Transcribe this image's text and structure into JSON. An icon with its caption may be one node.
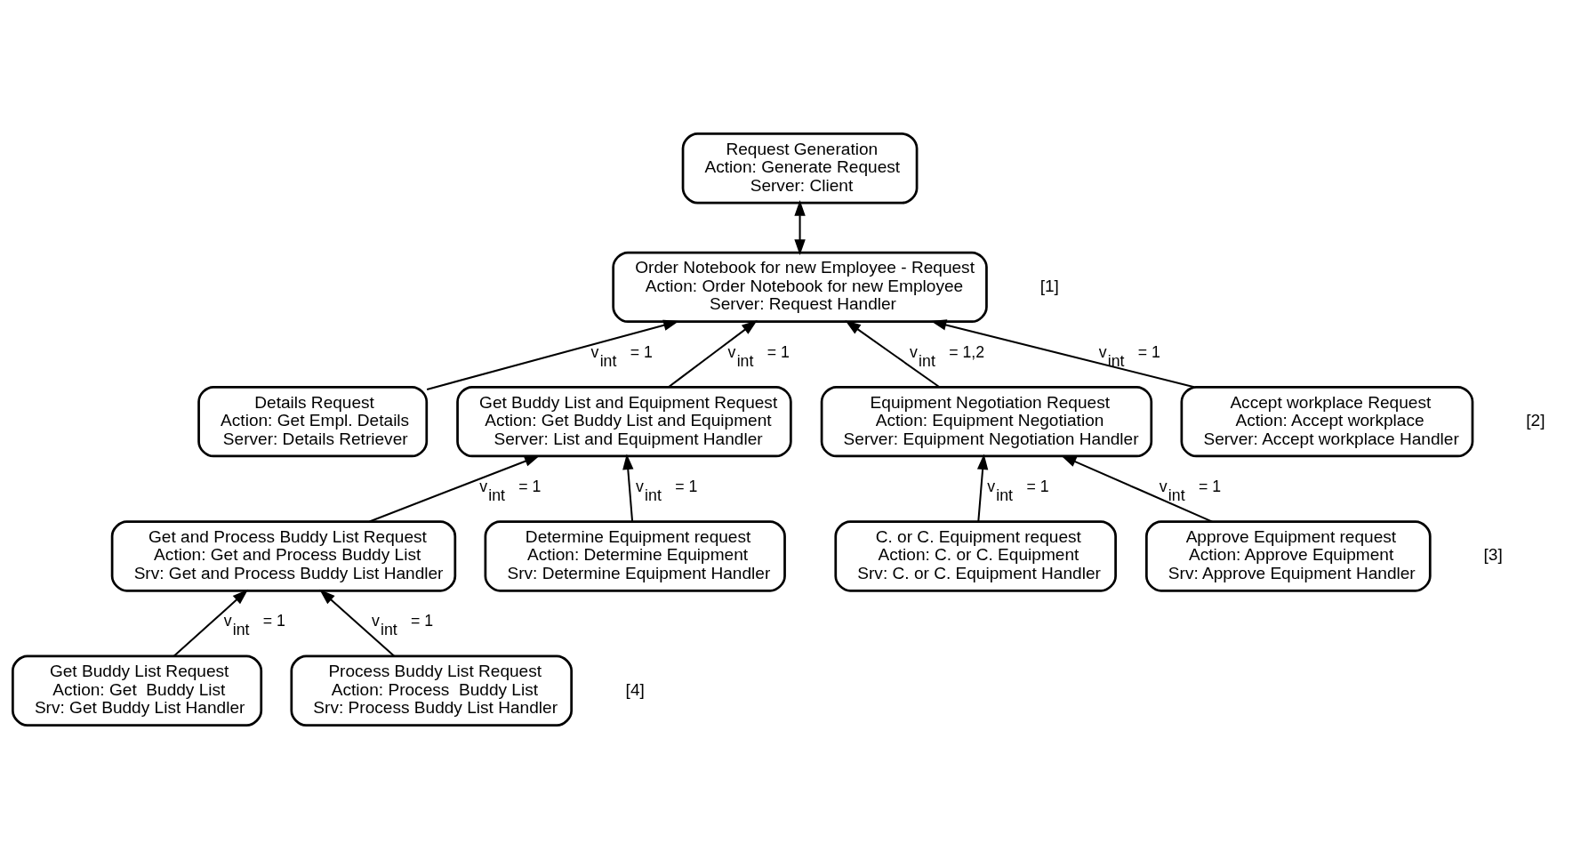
{
  "diagram": {
    "nodes": [
      {
        "text": [
          "Request Generation",
          "Action: Generate Request",
          "Server: Client"
        ]
      },
      {
        "text": [
          "Order Notebook for new Employee - Request",
          "Action: Order Notebook for new Employee",
          "Server: Request Handler"
        ]
      },
      {
        "text": [
          "Details Request",
          "Action: Get Empl. Details",
          "Server: Details Retriever"
        ]
      },
      {
        "text": [
          "Get Buddy List and Equipment Request",
          "Action: Get Buddy List and Equipment",
          "Server: List and Equipment Handler"
        ]
      },
      {
        "text": [
          "Equipment Negotiation Request",
          "Action: Equipment Negotiation",
          "Server: Equipment Negotiation Handler"
        ]
      },
      {
        "text": [
          "Accept workplace Request",
          "Action: Accept workplace",
          "Server: Accept workplace Handler"
        ]
      },
      {
        "text": [
          "Get and Process Buddy List Request",
          "Action: Get and Process Buddy List",
          "Srv: Get and Process Buddy List Handler"
        ]
      },
      {
        "text": [
          "Determine Equipment request",
          "Action: Determine Equipment",
          "Srv: Determine Equipment Handler"
        ]
      },
      {
        "text": [
          "C. or C. Equipment request",
          "Action: C. or C. Equipment",
          "Srv: C. or C. Equipment Handler"
        ]
      },
      {
        "text": [
          "Approve Equipment request",
          "Action: Approve Equipment",
          "Srv: Approve Equipment Handler"
        ]
      },
      {
        "text": [
          "Get Buddy List Request",
          "Action: Get  Buddy List",
          "Srv: Get Buddy List Handler"
        ]
      },
      {
        "text": [
          "Process Buddy List Request",
          "Action: Process  Buddy List",
          "Srv: Process Buddy List Handler"
        ]
      }
    ],
    "edges": [
      {
        "from": 1,
        "to": 0,
        "arrow": "both"
      },
      {
        "from": 2,
        "to": 1,
        "arrow": "to",
        "label": "v$_{int}$ = 1"
      },
      {
        "from": 3,
        "to": 1,
        "arrow": "to",
        "label": "v$_{int}$ = 1"
      },
      {
        "from": 4,
        "to": 1,
        "arrow": "to",
        "label": "v$_{int}$ = 1,2"
      },
      {
        "from": 5,
        "to": 1,
        "arrow": "to",
        "label": "v$_{int}$ = 1"
      },
      {
        "from": 6,
        "to": 3,
        "arrow": "to",
        "label": "v$_{int}$ = 1"
      },
      {
        "from": 7,
        "to": 3,
        "arrow": "to",
        "label": "v$_{int}$ = 1"
      },
      {
        "from": 8,
        "to": 4,
        "arrow": "to",
        "label": "v$_{int}$ = 1"
      },
      {
        "from": 9,
        "to": 4,
        "arrow": "to",
        "label": "v$_{int}$ = 1"
      },
      {
        "from": 10,
        "to": 6,
        "arrow": "to",
        "label": "v$_{int}$ = 1"
      },
      {
        "from": 11,
        "to": 6,
        "arrow": "to",
        "label": "v$_{int}$ = 1"
      }
    ],
    "labels": [
      "[1]",
      "[2]",
      "[3]",
      "[4]"
    ]
  }
}
